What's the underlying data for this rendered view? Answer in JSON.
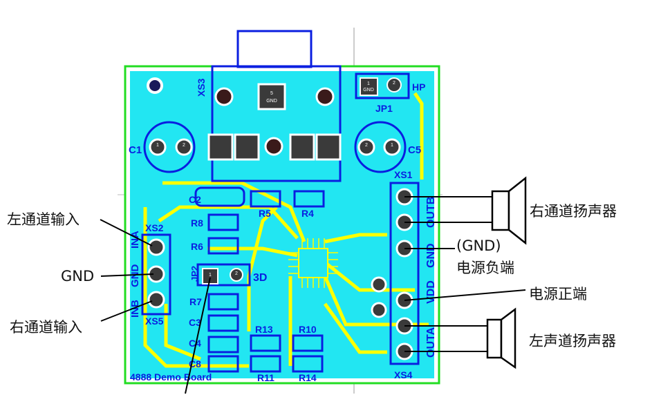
{
  "board": {
    "title": "4888 Demo Board",
    "colors": {
      "copper": "#22e6f2",
      "trace": "#ffff00",
      "silk": "#0a1ee0",
      "outline": "#22dd22",
      "pad": "#3a3a3a"
    },
    "designators": {
      "xs3": "XS3",
      "hp": "HP",
      "jp1": "JP1",
      "c1": "C1",
      "c5": "C5",
      "xs1": "XS1",
      "c2": "C2",
      "r5": "R5",
      "r4": "R4",
      "r8": "R8",
      "r6": "R6",
      "xs2": "XS2",
      "jp2": "JP2",
      "mode_3d": "3D",
      "r7": "R7",
      "c3": "C3",
      "c4": "C4",
      "c8": "C8",
      "r13": "R13",
      "r10": "R10",
      "r11": "R11",
      "r14": "R14",
      "xs5": "XS5",
      "xs4": "XS4"
    },
    "pin_labels_left": {
      "ina": "INA",
      "gnd": "GND",
      "inb": "INB"
    },
    "pin_labels_right": {
      "outb": "OUTB",
      "gnd": "GND",
      "vdd": "VDD",
      "outa": "OUTA"
    },
    "pads": {
      "xs3_5": "5",
      "xs3_gnd": "GND",
      "c1_1": "1",
      "c1_2": "2",
      "c5_1": "1",
      "c5_2": "2",
      "jp1_1": "1",
      "jp1_gnd": "GND",
      "jp1_2": "2",
      "jp2_1": "1",
      "jp2_2": "2",
      "vdd": "VDD"
    }
  },
  "annotations": {
    "left_input": "左通道输入",
    "gnd": "GND",
    "right_input": "右通道输入",
    "right_speaker": "右通道扬声器",
    "gnd_paren": "(GND)",
    "power_negative": "电源负端",
    "power_positive": "电源正端",
    "left_speaker": "左声道扬声器"
  }
}
